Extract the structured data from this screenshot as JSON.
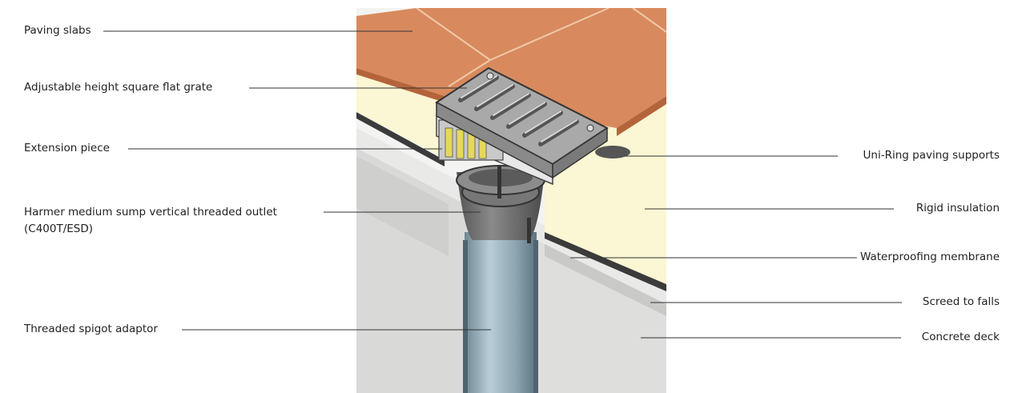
{
  "labels": {
    "paving_slabs": "Paving slabs",
    "grate": "Adjustable height square flat grate",
    "extension": "Extension piece",
    "outlet_line1": "Harmer medium sump vertical threaded outlet",
    "outlet_line2": "(C400T/ESD)",
    "spigot": "Threaded spigot adaptor",
    "supports": "Uni-Ring paving supports",
    "insulation": "Rigid insulation",
    "membrane": "Waterproofing membrane",
    "screed": "Screed to falls",
    "deck": "Concrete deck"
  },
  "colors": {
    "paving": "#d88a5e",
    "insulation": "#fbf6d3",
    "membrane": "#3b3b3b",
    "screed": "#e6e6e4",
    "concrete": "#d9d9d8",
    "pipe": "#9bb3bf",
    "grate": "#a9a9a9",
    "leader": "#333333"
  }
}
